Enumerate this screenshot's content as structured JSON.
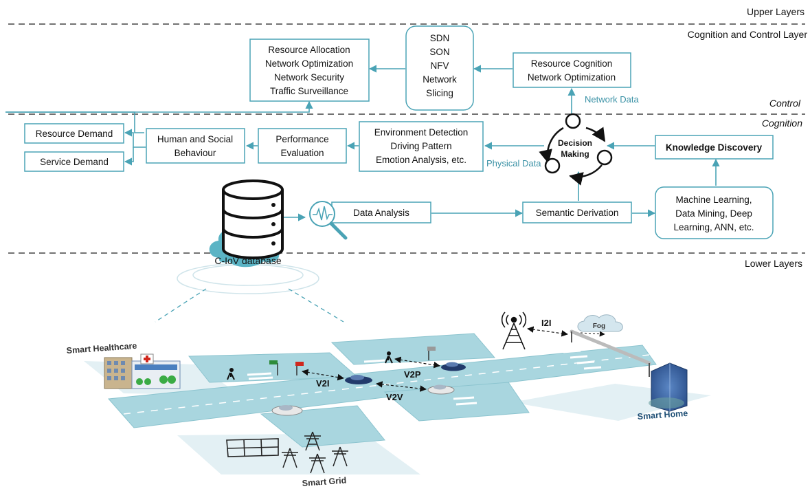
{
  "layers": {
    "upper": "Upper Layers",
    "cognition_control": "Cognition and Control Layer",
    "control": "Control",
    "cognition": "Cognition",
    "lower": "Lower Layers"
  },
  "boxes": {
    "resource_allocation": [
      "Resource Allocation",
      "Network Optimization",
      "Network Security",
      "Traffic Surveillance"
    ],
    "sdn": [
      "SDN",
      "SON",
      "NFV",
      "Network",
      "Slicing"
    ],
    "resource_cognition": [
      "Resource Cognition",
      "Network Optimization"
    ],
    "resource_demand": "Resource Demand",
    "service_demand": "Service Demand",
    "human_social": [
      "Human and Social",
      "Behaviour"
    ],
    "performance": [
      "Performance",
      "Evaluation"
    ],
    "environment": [
      "Environment Detection",
      "Driving Pattern",
      "Emotion Analysis, etc."
    ],
    "knowledge": "Knowledge Discovery",
    "data_analysis": "Data Analysis",
    "semantic": "Semantic Derivation",
    "ml": [
      "Machine Learning,",
      "Data Mining, Deep",
      "Learning, ANN, etc."
    ]
  },
  "labels": {
    "network_data": "Network Data",
    "physical_data": "Physical Data",
    "decision": [
      "Decision",
      "Making"
    ],
    "database": "C-IoV database"
  },
  "scene": {
    "smart_healthcare": "Smart Healthcare",
    "smart_grid": "Smart Grid",
    "smart_home": "Smart Home",
    "fog": "Fog",
    "i2i": "I2I",
    "v2i": "V2I",
    "v2p": "V2P",
    "v2v": "V2V"
  },
  "colors": {
    "accent": "#4aa3b5",
    "box_border": "#4aa3b5",
    "road": "#a9d6df",
    "road_edge": "#8cc4cf",
    "dark_text": "#111111"
  }
}
